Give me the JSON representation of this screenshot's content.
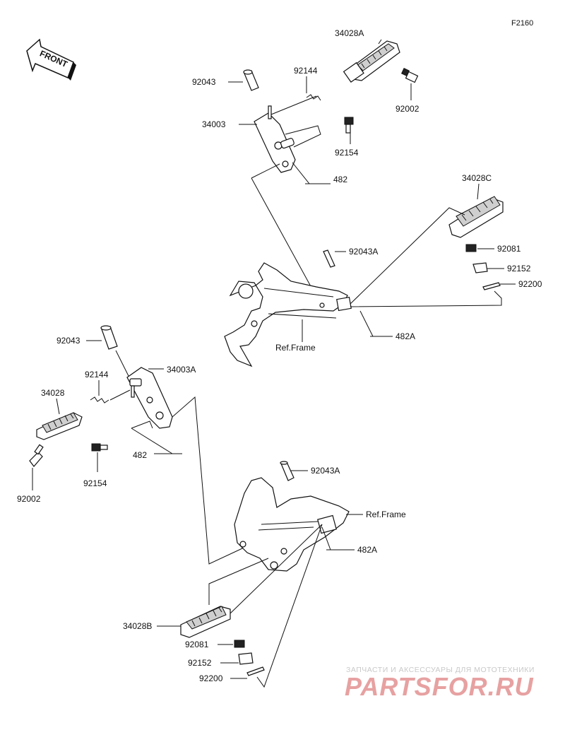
{
  "figure_code": "F2160",
  "front_label": "FRONT",
  "ref_frame": "Ref.Frame",
  "labels": {
    "p34028A": "34028A",
    "p92144_top": "92144",
    "p92043_top": "92043",
    "p92002_top": "92002",
    "p34003": "34003",
    "p92154_top": "92154",
    "p482_top": "482",
    "p34028C": "34028C",
    "p92043A_top": "92043A",
    "p92081_top": "92081",
    "p92152_top": "92152",
    "p92200_top": "92200",
    "p482A_top": "482A",
    "p92043_left": "92043",
    "p34003A": "34003A",
    "p92144_left": "92144",
    "p34028": "34028",
    "p482_left": "482",
    "p92154_left": "92154",
    "p92002_left": "92002",
    "p92043A_bottom": "92043A",
    "p482A_bottom": "482A",
    "p34028B": "34028B",
    "p92081_bottom": "92081",
    "p92152_bottom": "92152",
    "p92200_bottom": "92200"
  },
  "watermark": {
    "tagline": "ЗАПЧАСТИ И АКСЕССУАРЫ ДЛЯ МОТОТЕХНИКИ",
    "brand": "PARTSFOR.RU"
  }
}
